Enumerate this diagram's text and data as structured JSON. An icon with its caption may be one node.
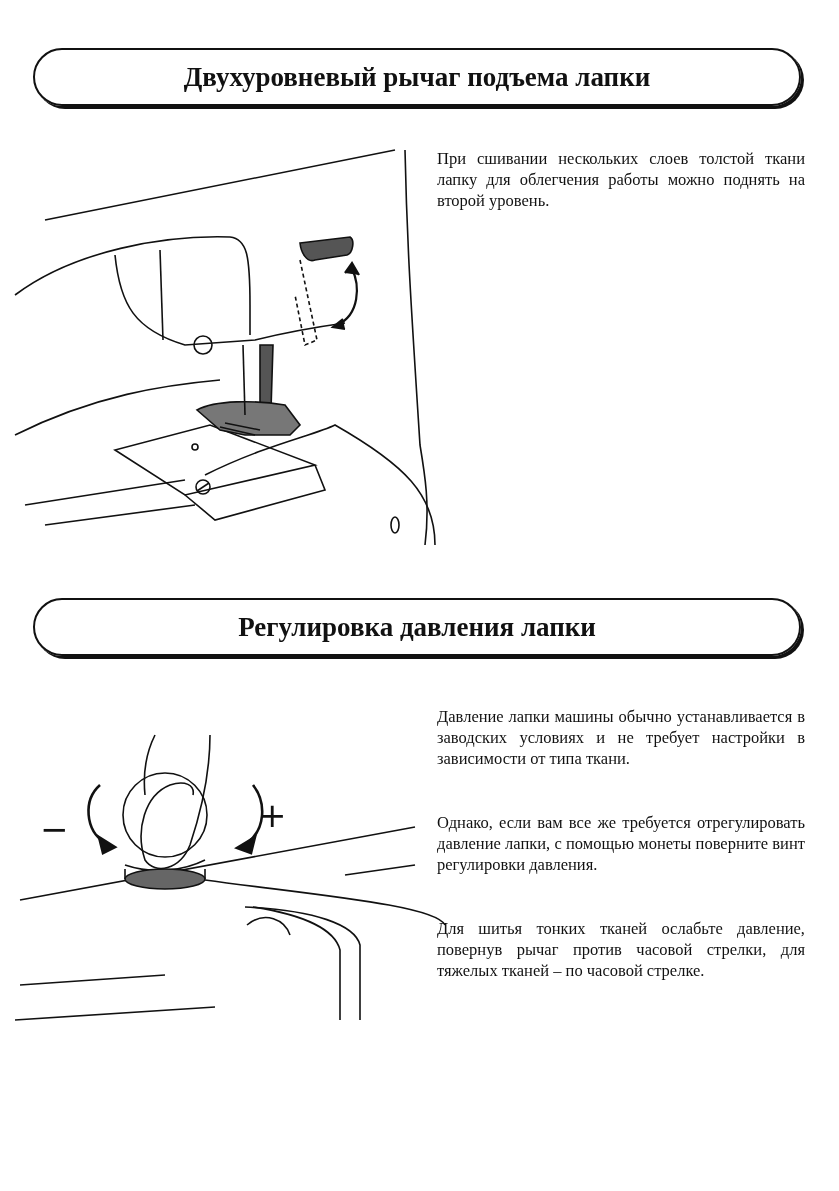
{
  "diagram": {
    "nodes": [
      {
        "text": [
          "Двухуровневый рычаг подъема лапки"
        ]
      },
      {
        "text": [
          "Регулировка давления лапки"
        ]
      }
    ],
    "labels": [
      "При сшивании нескольких слоев толстой ткани лапку для облегчения работы можно поднять на второй уровень.",
      "Давление лапки машины обычно устанавливается в заводских условиях и не требует настройки в зависимости от типа ткани.",
      "−",
      "+",
      "Однако, если вам все же требуется отрегулировать давление лапки, с помощью монеты поверните винт регулировки давления.",
      "Для шитья тонких тканей ослабьте давление, повернув рычаг против часовой стрелки, для тяжелых тканей – по часовой стрелке."
    ]
  }
}
